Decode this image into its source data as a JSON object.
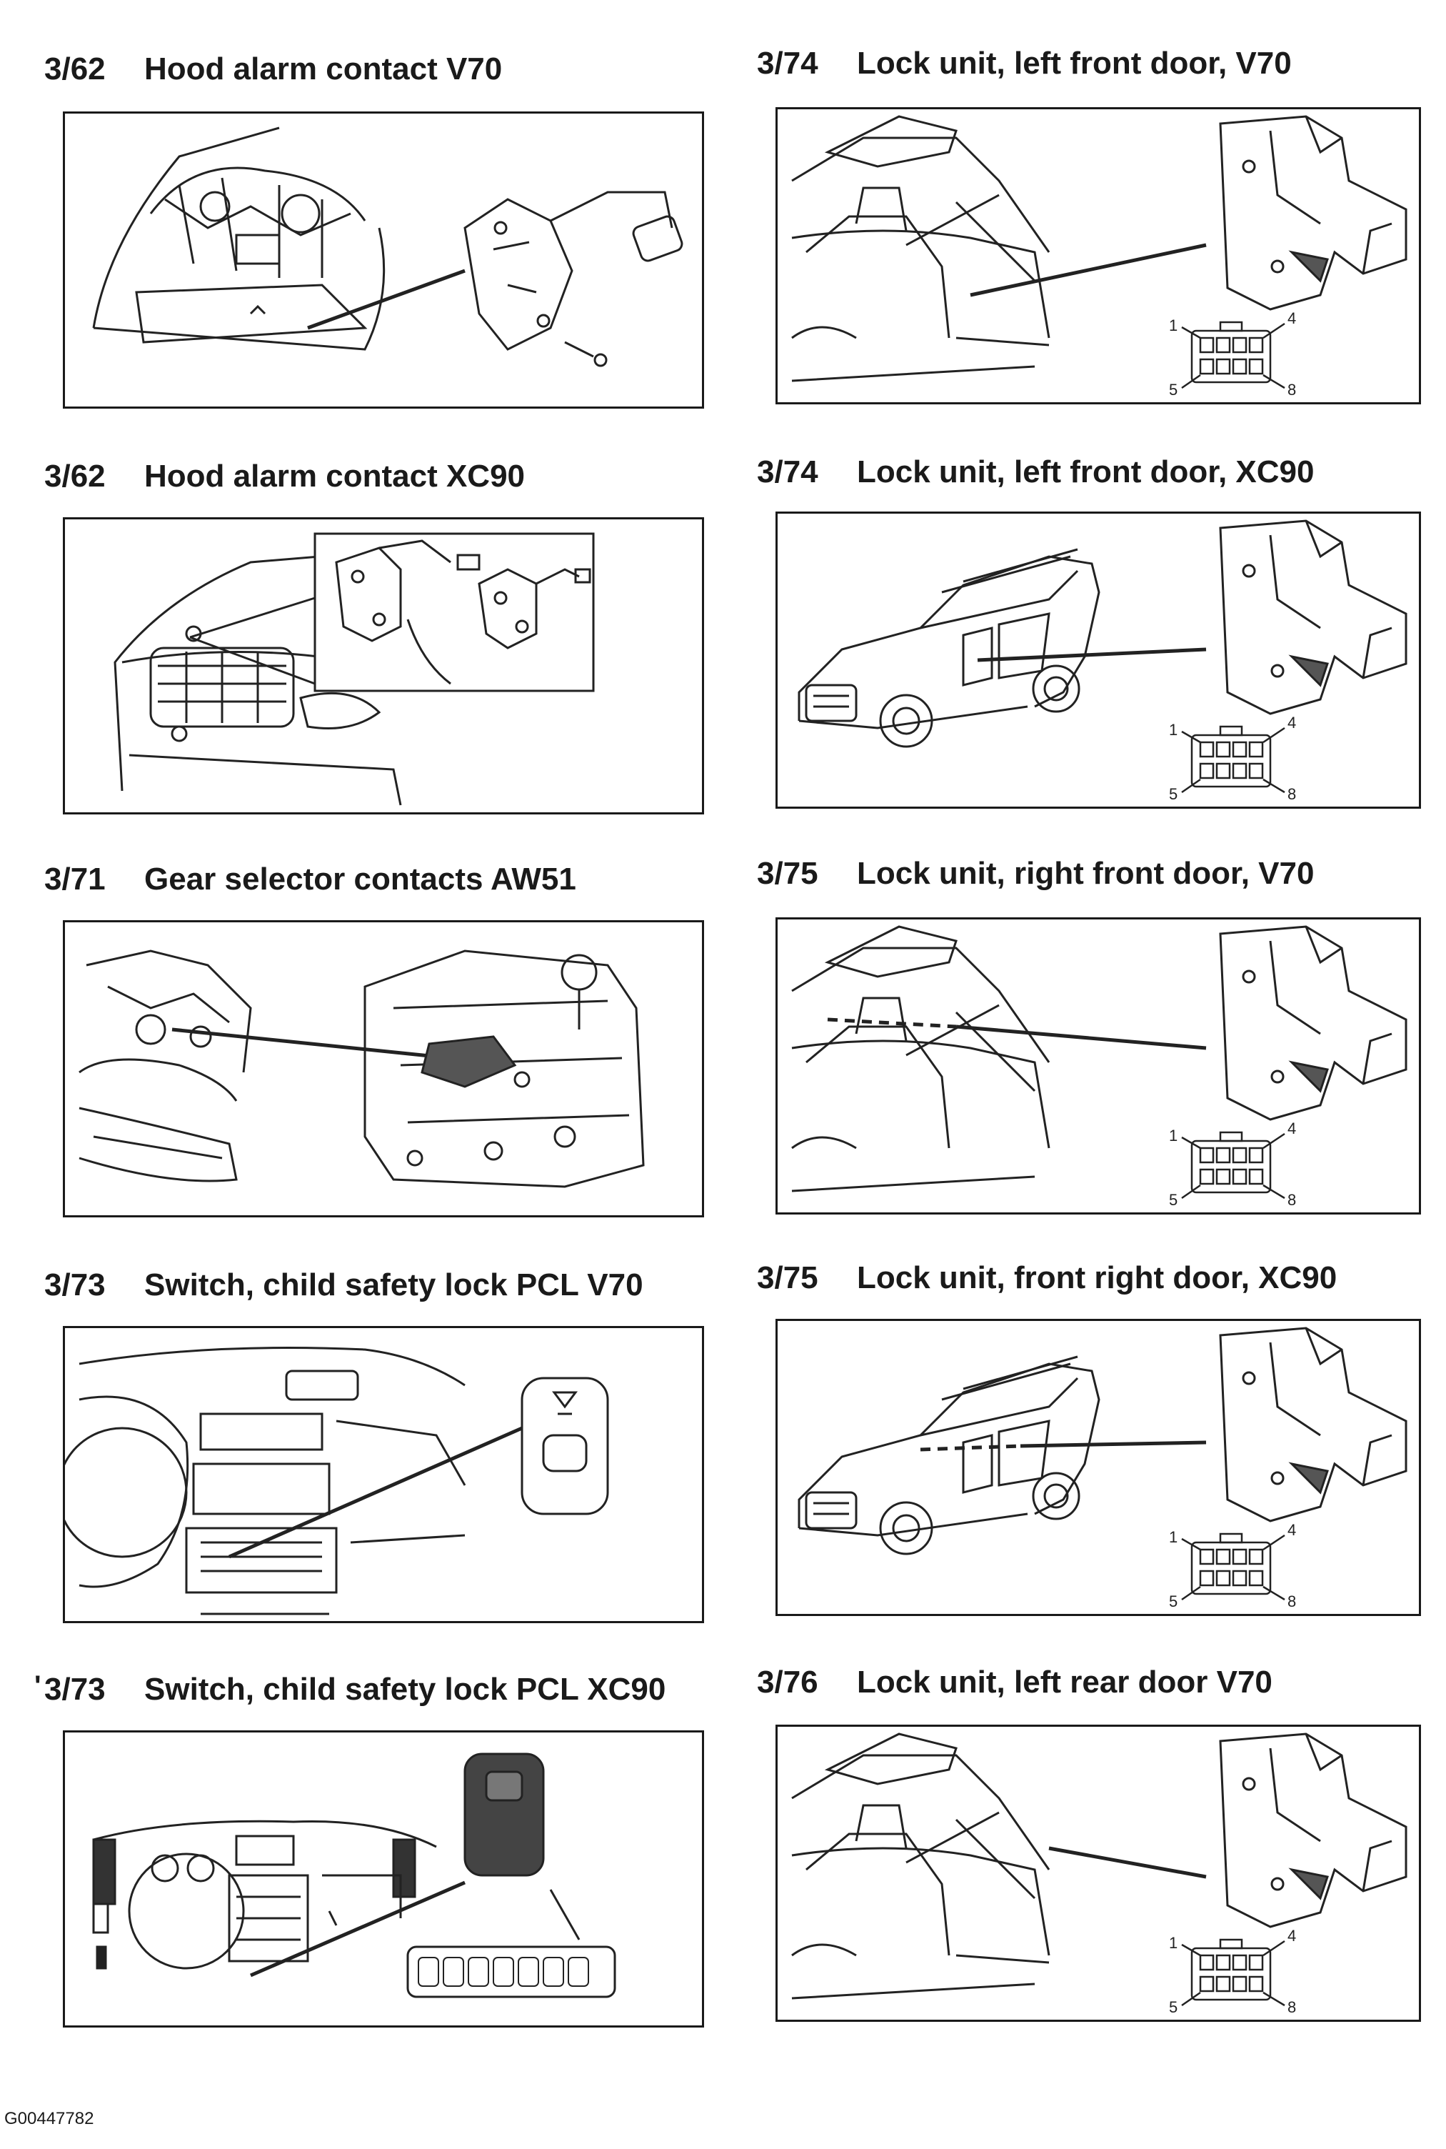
{
  "panels": [
    {
      "id": "p1",
      "num": "3/62",
      "title": "Hood alarm contact V70"
    },
    {
      "id": "p2",
      "num": "3/62",
      "title": "Hood alarm contact XC90"
    },
    {
      "id": "p3",
      "num": "3/71",
      "title": "Gear selector contacts AW51"
    },
    {
      "id": "p4",
      "num": "3/73",
      "title": "Switch, child safety lock PCL V70"
    },
    {
      "id": "p5",
      "num": "3/73",
      "title": "Switch, child safety lock PCL XC90"
    },
    {
      "id": "p6",
      "num": "3/74",
      "title": "Lock unit, left front door, V70"
    },
    {
      "id": "p7",
      "num": "3/74",
      "title": "Lock unit, left front door, XC90"
    },
    {
      "id": "p8",
      "num": "3/75",
      "title": "Lock unit, right front door, V70"
    },
    {
      "id": "p9",
      "num": "3/75",
      "title": "Lock unit, front right door, XC90"
    },
    {
      "id": "p10",
      "num": "3/76",
      "title": "Lock unit, left rear door V70"
    }
  ],
  "connector_pins": {
    "top_left": "1",
    "top_right": "4",
    "bottom_left": "5",
    "bottom_right": "8"
  },
  "footer": {
    "code": "G00447782"
  }
}
